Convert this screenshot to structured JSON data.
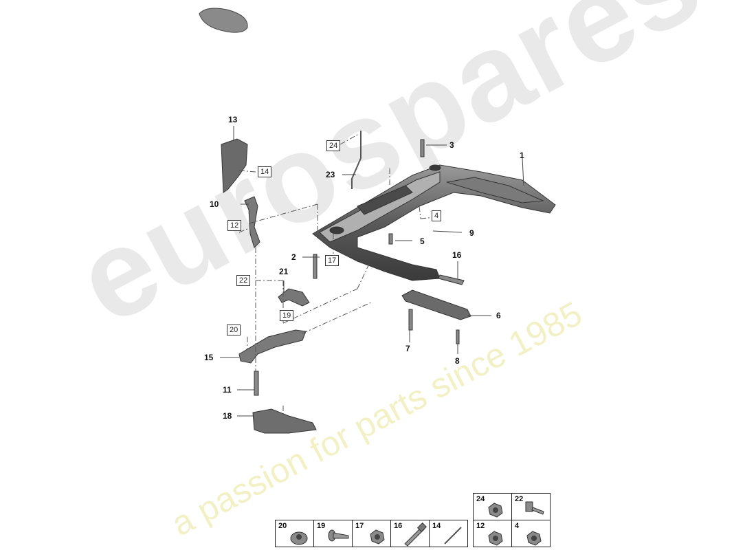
{
  "watermark": {
    "brand": "eurospares",
    "tagline": "a passion for parts since 1985"
  },
  "callouts": [
    {
      "id": "c1",
      "text": "1",
      "boxed": false
    },
    {
      "id": "c2",
      "text": "2",
      "boxed": false
    },
    {
      "id": "c3",
      "text": "3",
      "boxed": false
    },
    {
      "id": "c4",
      "text": "4",
      "boxed": true
    },
    {
      "id": "c5",
      "text": "5",
      "boxed": false
    },
    {
      "id": "c6",
      "text": "6",
      "boxed": false
    },
    {
      "id": "c7",
      "text": "7",
      "boxed": false
    },
    {
      "id": "c8",
      "text": "8",
      "boxed": false
    },
    {
      "id": "c9",
      "text": "9",
      "boxed": false
    },
    {
      "id": "c10",
      "text": "10",
      "boxed": false
    },
    {
      "id": "c11",
      "text": "11",
      "boxed": false
    },
    {
      "id": "c12",
      "text": "12",
      "boxed": true
    },
    {
      "id": "c13",
      "text": "13",
      "boxed": false
    },
    {
      "id": "c14",
      "text": "14",
      "boxed": true
    },
    {
      "id": "c15",
      "text": "15",
      "boxed": false
    },
    {
      "id": "c16",
      "text": "16",
      "boxed": false
    },
    {
      "id": "c17",
      "text": "17",
      "boxed": true
    },
    {
      "id": "c18",
      "text": "18",
      "boxed": false
    },
    {
      "id": "c19",
      "text": "19",
      "boxed": true
    },
    {
      "id": "c20",
      "text": "20",
      "boxed": true
    },
    {
      "id": "c21",
      "text": "21",
      "boxed": false
    },
    {
      "id": "c22",
      "text": "22",
      "boxed": true
    },
    {
      "id": "c23",
      "text": "23",
      "boxed": false
    },
    {
      "id": "c24",
      "text": "24",
      "boxed": true
    }
  ],
  "legend": {
    "top_row": [
      "24",
      "22"
    ],
    "bottom_row": [
      "20",
      "19",
      "17",
      "16",
      "14",
      "12",
      "4"
    ]
  }
}
